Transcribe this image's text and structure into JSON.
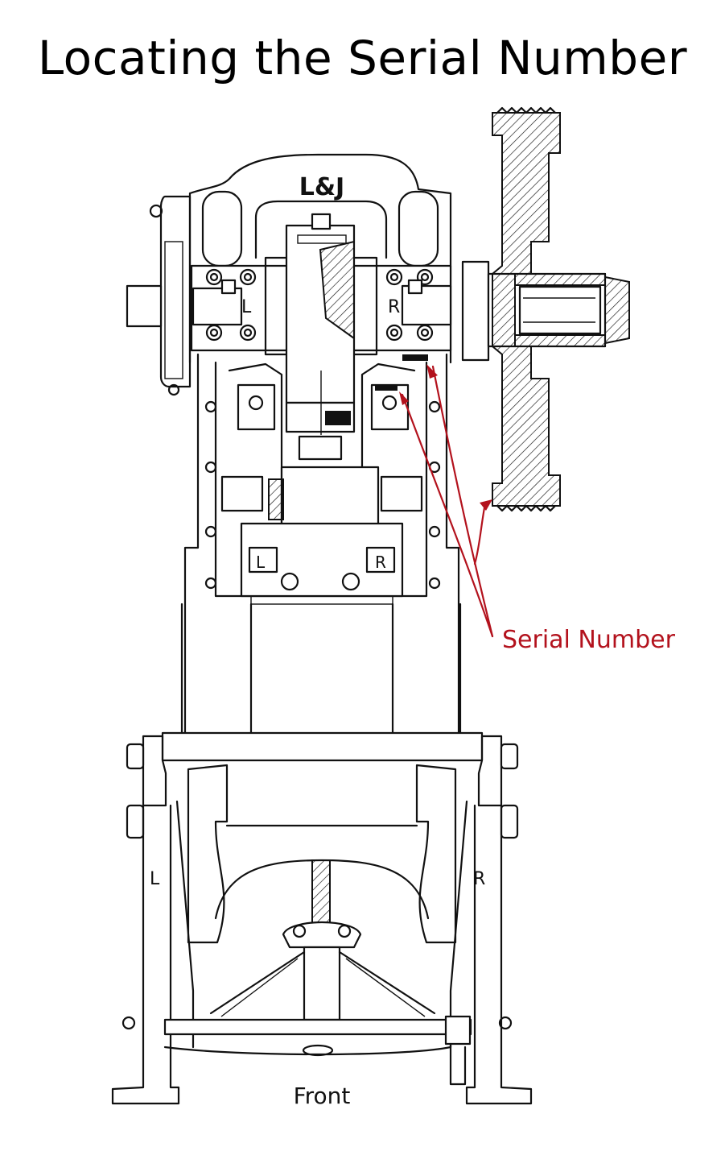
{
  "title": "Locating the Serial Number",
  "brand_mark": "L&J",
  "labels": {
    "upper_left": "L",
    "upper_right": "R",
    "mid_left": "L",
    "mid_right": "R",
    "leg_left": "L",
    "leg_right": "R",
    "front": "Front"
  },
  "callout": {
    "text": "Serial Number",
    "color": "#b3121d"
  }
}
